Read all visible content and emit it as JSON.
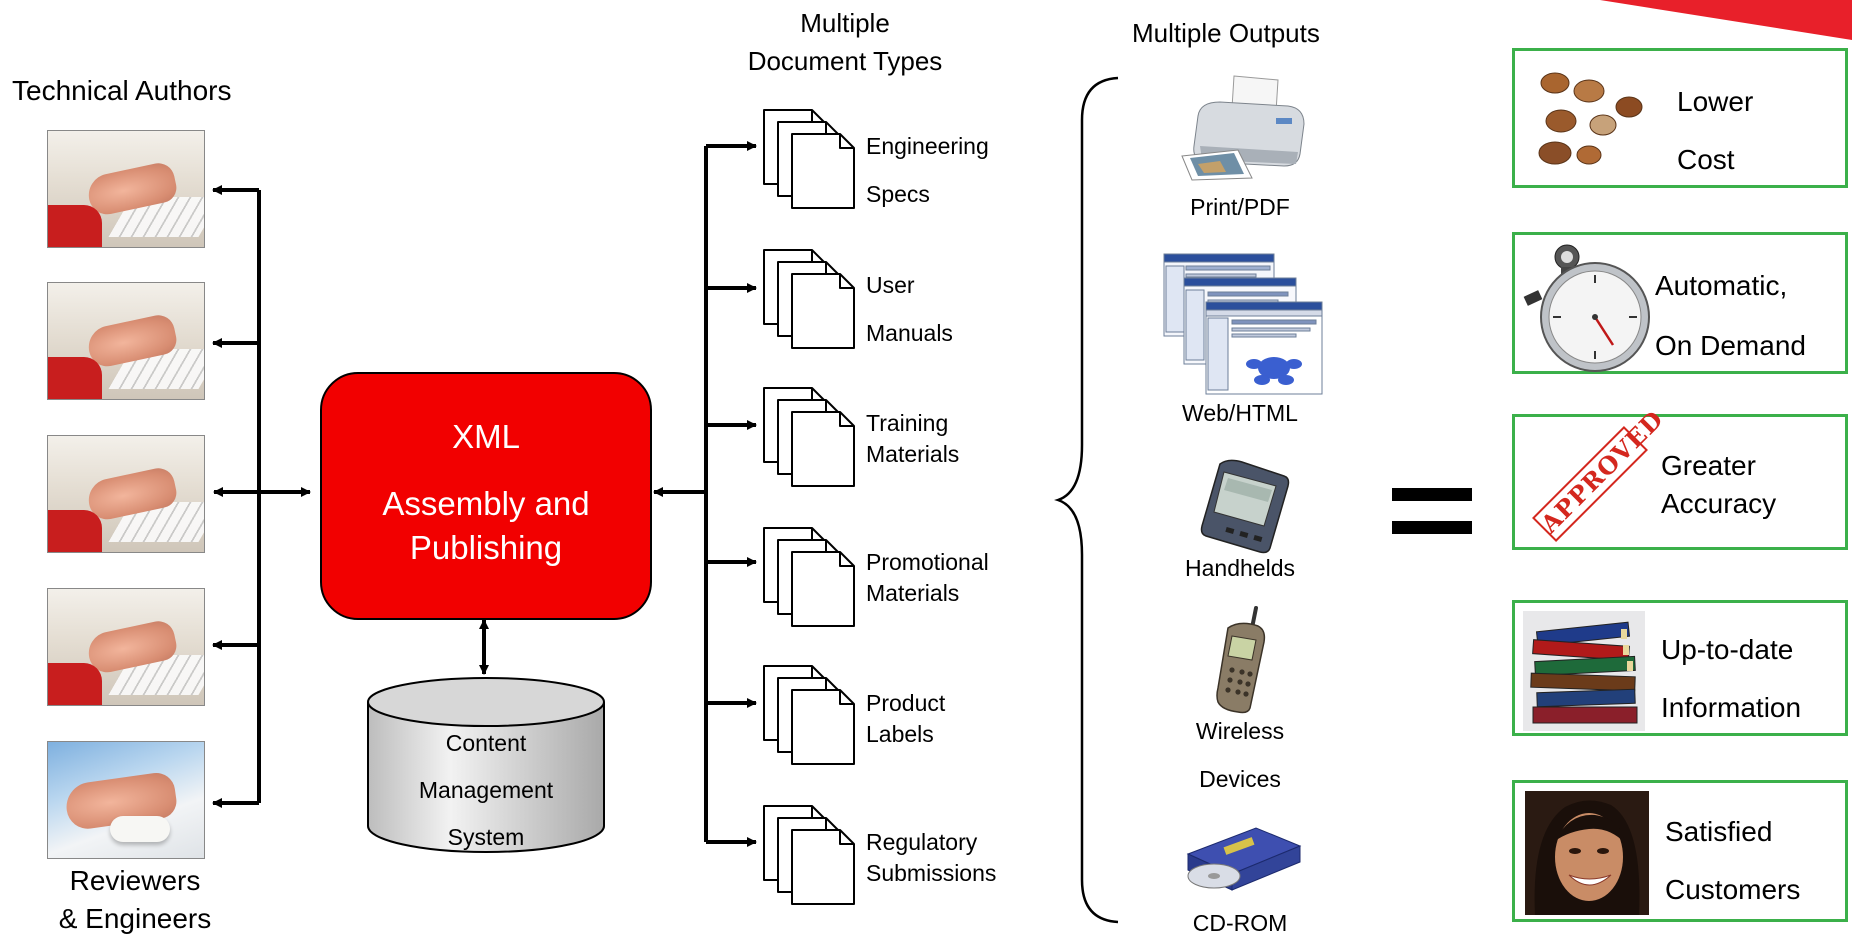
{
  "authors": {
    "title": "Technical Authors",
    "reviewers_line1": "Reviewers",
    "reviewers_line2": "& Engineers"
  },
  "central": {
    "line1": "XML",
    "line2": "Assembly and",
    "line3": "Publishing"
  },
  "cms": {
    "line1": "Content",
    "line2": "Management",
    "line3": "System"
  },
  "document_types": {
    "title_line1": "Multiple",
    "title_line2": "Document Types",
    "items": [
      {
        "line1": "Engineering",
        "line2": "Specs"
      },
      {
        "line1": "User",
        "line2": "Manuals"
      },
      {
        "line1": "Training",
        "line2": "Materials"
      },
      {
        "line1": "Promotional",
        "line2": "Materials"
      },
      {
        "line1": "Product",
        "line2": "Labels"
      },
      {
        "line1": "Regulatory",
        "line2": "Submissions"
      }
    ]
  },
  "outputs": {
    "title": "Multiple Outputs",
    "items": [
      {
        "label": "Print/PDF",
        "icon": "printer-icon"
      },
      {
        "label": "Web/HTML",
        "icon": "web-pages-icon"
      },
      {
        "label": "Handhelds",
        "icon": "handheld-icon"
      },
      {
        "label_line1": "Wireless",
        "label_line2": "Devices",
        "icon": "cell-phone-icon"
      },
      {
        "label": "CD-ROM",
        "icon": "cd-drive-icon"
      }
    ]
  },
  "results": {
    "items": [
      {
        "line1": "Lower",
        "line2": "Cost",
        "icon": "coins-icon"
      },
      {
        "line1": "Automatic,",
        "line2": "On Demand",
        "icon": "stopwatch-icon"
      },
      {
        "line1": "Greater",
        "line2": "Accuracy",
        "icon": "approved-stamp-icon",
        "stamp_text": "APPROVED"
      },
      {
        "line1": "Up-to-date",
        "line2": "Information",
        "icon": "books-icon"
      },
      {
        "line1": "Satisfied",
        "line2": "Customers",
        "icon": "smiling-customer-icon"
      }
    ]
  },
  "colors": {
    "central_fill": "#f20000",
    "result_border": "#3bb04a",
    "corner_accent": "#e8202a"
  }
}
